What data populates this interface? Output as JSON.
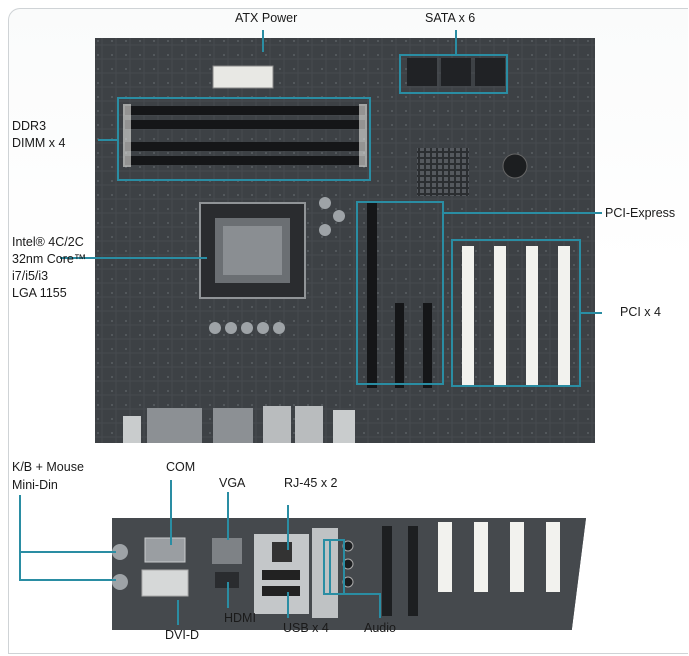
{
  "labels": {
    "atx_power": "ATX Power",
    "sata": "SATA x 6",
    "ddr3": "DDR3",
    "dimm": "DIMM x 4",
    "cpu_line1": "Intel® 4C/2C",
    "cpu_line2": "32nm Core™",
    "cpu_line3": "i7/i5/i3",
    "cpu_line4": "LGA 1155",
    "pci_express": "PCI-Express",
    "pci": "PCI x 4",
    "kb_line1": "K/B + Mouse",
    "kb_line2": "Mini-Din",
    "com": "COM",
    "vga": "VGA",
    "rj45": "RJ-45 x 2",
    "hdmi": "HDMI",
    "dvi": "DVI-D",
    "usb": "USB x 4",
    "audio": "Audio"
  },
  "colors": {
    "accent": "#2a8da3",
    "board": "#3d4145",
    "slot_white": "#f2f2ee",
    "slot_black": "#151618"
  }
}
